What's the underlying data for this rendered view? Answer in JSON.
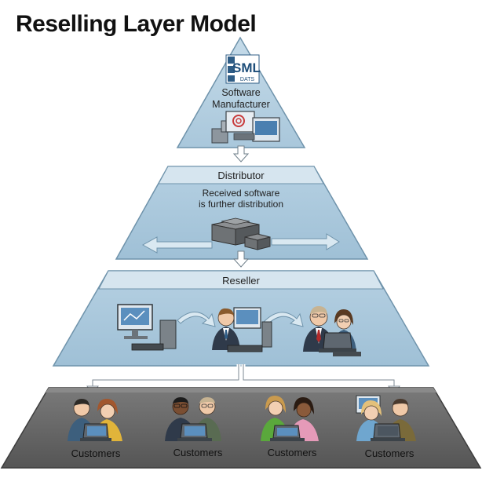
{
  "title": "Reselling Layer Model",
  "layers": {
    "manufacturer": {
      "logo_top": "SML",
      "logo_bottom": "DATS",
      "label_line1": "Software",
      "label_line2": "Manufacturer"
    },
    "distributor": {
      "label": "Distributor",
      "desc_line1": "Received software",
      "desc_line2": "is further distribution"
    },
    "reseller": {
      "label": "Reseller"
    },
    "customers": {
      "labels": [
        "Customers",
        "Customers",
        "Customers",
        "Customers"
      ]
    }
  },
  "colors": {
    "pyramid_fill": "#b9d3e4",
    "header_band": "#d6e5ef",
    "edge": "#6f93ab",
    "base_fill": "#6c6c6c",
    "base_top": "#8a8a8a",
    "arrow_fill": "#ffffff"
  },
  "icons": [
    "logo-icon",
    "computer-desk-icon",
    "server-boxes-icon",
    "workstation-icon",
    "person-at-desk-icon",
    "people-with-laptop-icon",
    "customer-group-icon"
  ]
}
